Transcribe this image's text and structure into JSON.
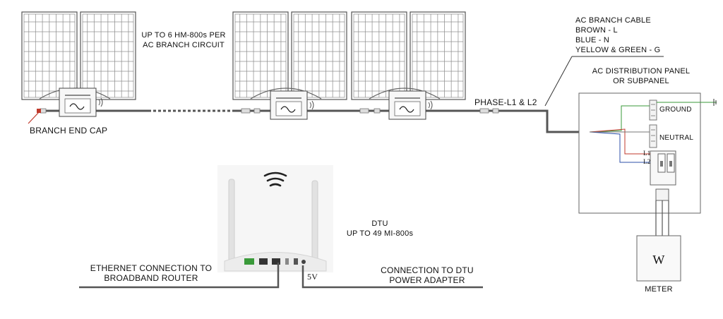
{
  "panels_note": [
    "UP TO 6 HM-800s PER",
    "AC BRANCH CIRCUIT"
  ],
  "branch_end_cap": "BRANCH END CAP",
  "phase_label": "PHASE-L1 & L2",
  "ac_cable": {
    "title": "AC BRANCH CABLE",
    "lines": [
      "BROWN - L",
      "BLUE - N",
      "YELLOW & GREEN - G"
    ]
  },
  "distribution_panel": [
    "AC DISTRIBUTION PANEL",
    "OR SUBPANEL"
  ],
  "bus_labels": {
    "ground": "GROUND",
    "neutral": "NEUTRAL",
    "l1": "L1",
    "l2": "L2"
  },
  "meter": {
    "symbol": "W",
    "label": "METER"
  },
  "dtu": [
    "DTU",
    "UP TO 49 MI-800s"
  ],
  "ethernet": [
    "ETHERNET CONNECTION TO",
    "BROADBAND ROUTER"
  ],
  "power_adapter": [
    "CONNECTION TO DTU",
    "POWER ADAPTER"
  ],
  "voltage_label": "5V",
  "colors": {
    "ground_wire": "#3a9a3a",
    "l1_wire": "#c0392b",
    "l2_wire": "#2c4fa8",
    "cable": "#555555"
  }
}
